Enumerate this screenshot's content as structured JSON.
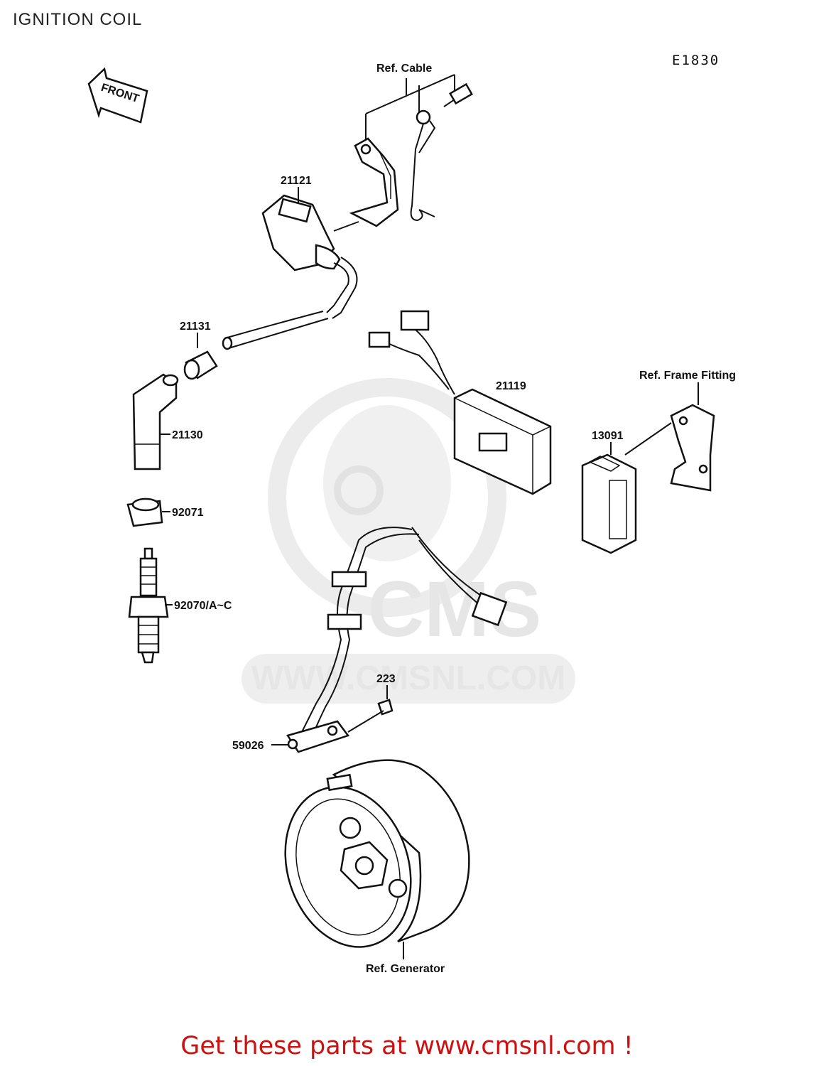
{
  "header": {
    "title": "IGNITION COIL",
    "diagram_code": "E1830"
  },
  "front_arrow": {
    "label": "FRONT"
  },
  "watermark": {
    "brand": "CMS",
    "url": "WWW.CMSNL.COM"
  },
  "callouts": [
    {
      "id": "ref-cable",
      "text": "Ref. Cable"
    },
    {
      "id": "p21121",
      "text": "21121"
    },
    {
      "id": "p21131",
      "text": "21131"
    },
    {
      "id": "p21130",
      "text": "21130"
    },
    {
      "id": "p92071",
      "text": "92071"
    },
    {
      "id": "p92070",
      "text": "92070/A~C"
    },
    {
      "id": "p21119",
      "text": "21119"
    },
    {
      "id": "ref-frame",
      "text": "Ref. Frame Fitting"
    },
    {
      "id": "p13091",
      "text": "13091"
    },
    {
      "id": "p223",
      "text": "223"
    },
    {
      "id": "p59026",
      "text": "59026"
    },
    {
      "id": "ref-generator",
      "text": "Ref. Generator"
    }
  ],
  "footer": {
    "cta": "Get these parts at www.cmsnl.com !"
  }
}
